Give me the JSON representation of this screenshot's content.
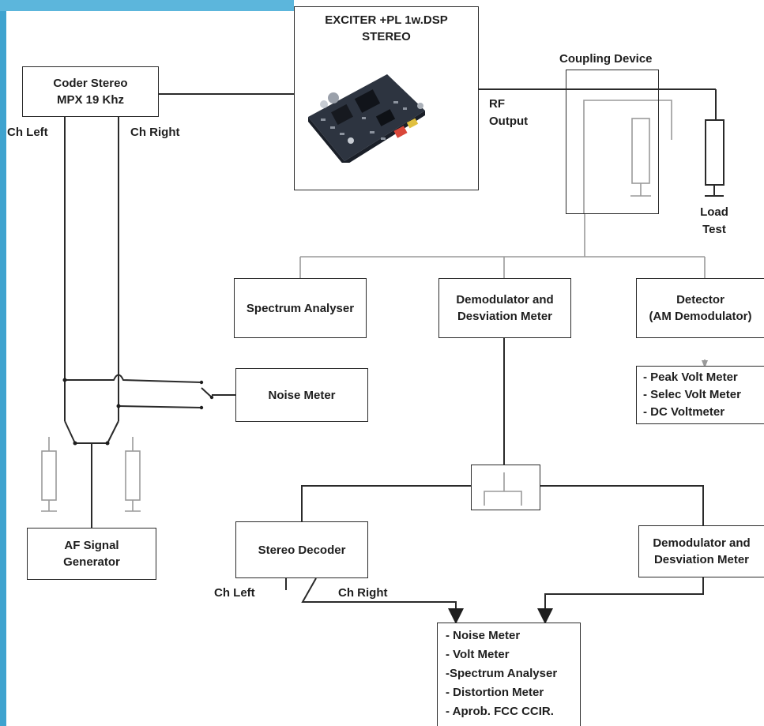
{
  "exciter": {
    "title_line1": "EXCITER +PL 1w.DSP",
    "title_line2": "STEREO"
  },
  "coder": {
    "line1": "Coder Stereo",
    "line2": "MPX 19 Khz"
  },
  "coder_outputs": {
    "left": "Ch Left",
    "right": "Ch Right"
  },
  "rf_output": {
    "line1": "RF",
    "line2": "Output"
  },
  "coupling_device": {
    "label": "Coupling Device"
  },
  "load_test": {
    "line1": "Load",
    "line2": "Test"
  },
  "spectrum_analyser": {
    "label": "Spectrum Analyser"
  },
  "demodulator_top": {
    "line1": "Demodulator and",
    "line2": "Desviation Meter"
  },
  "detector": {
    "line1": "Detector",
    "line2": "(AM Demodulator)"
  },
  "detector_meters": {
    "items": [
      "- Peak Volt Meter",
      "- Selec  Volt Meter",
      "- DC Voltmeter"
    ]
  },
  "noise_meter": {
    "label": "Noise Meter"
  },
  "af_generator": {
    "line1": "AF Signal",
    "line2": "Generator"
  },
  "stereo_decoder": {
    "label": "Stereo Decoder"
  },
  "decoder_outputs": {
    "left": "Ch Left",
    "right": "Ch Right"
  },
  "demodulator_bottom": {
    "line1": "Demodulator and",
    "line2": "Desviation Meter"
  },
  "instruments": {
    "items": [
      "- Noise Meter",
      "- Volt  Meter",
      "-Spectrum Analyser",
      "- Distortion Meter",
      "- Aprob. FCC CCIR."
    ]
  },
  "colors": {
    "background_panel": "#3fa3cf",
    "line": "#2a2a2a",
    "gray_line": "#9a9a9a",
    "text": "#1e1e1e"
  }
}
